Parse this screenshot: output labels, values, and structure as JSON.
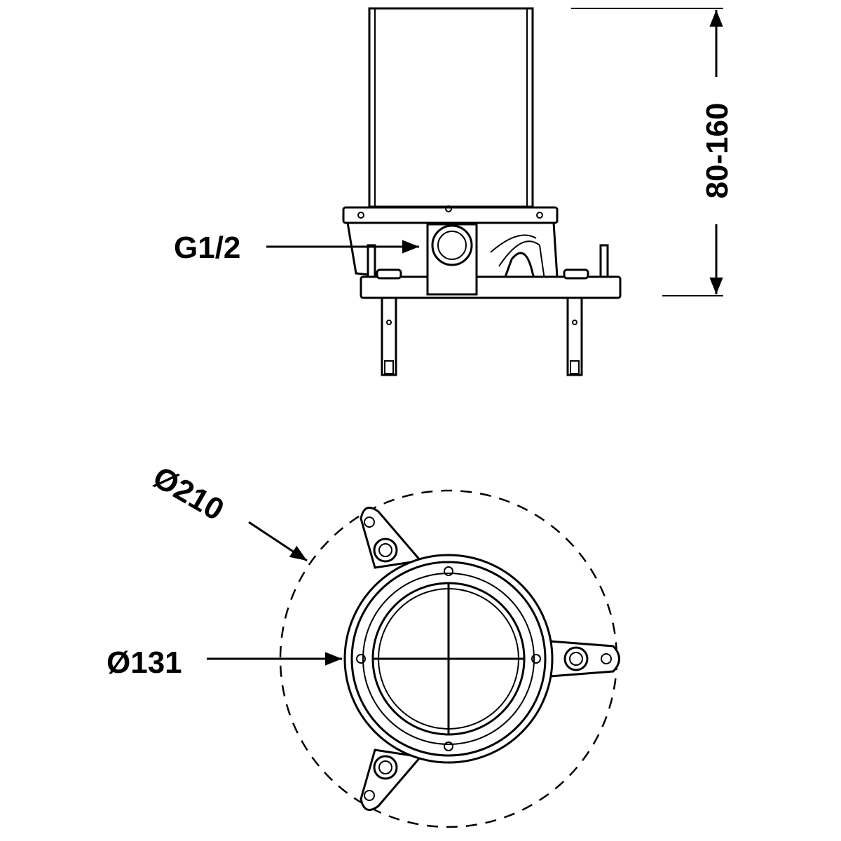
{
  "labels": {
    "height_range": "80-160",
    "thread": "G1/2",
    "outer_diameter": "Ø210",
    "inner_diameter": "Ø131"
  },
  "colors": {
    "line": "#000000",
    "background": "#ffffff"
  }
}
